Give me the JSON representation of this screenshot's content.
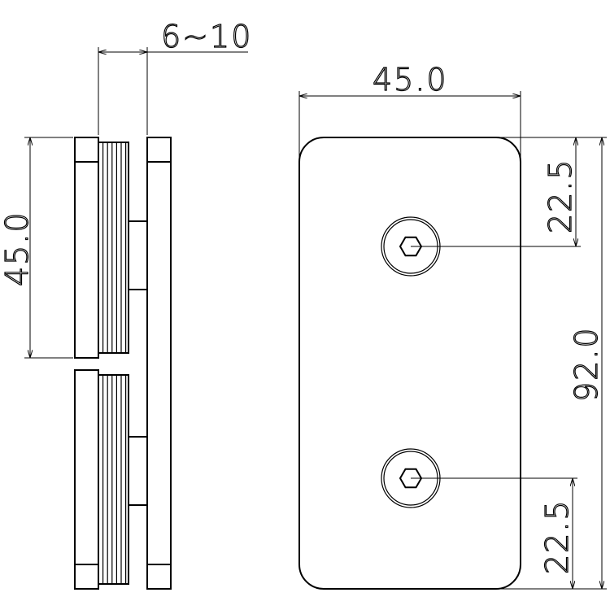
{
  "dimensions": {
    "glass_thickness": "6~10",
    "side_height": "45.0",
    "plate_width": "45.0",
    "top_hole_offset": "22.5",
    "total_height": "92.0",
    "bottom_hole_offset": "22.5"
  },
  "colors": {
    "line": "#000000",
    "background": "#ffffff"
  }
}
